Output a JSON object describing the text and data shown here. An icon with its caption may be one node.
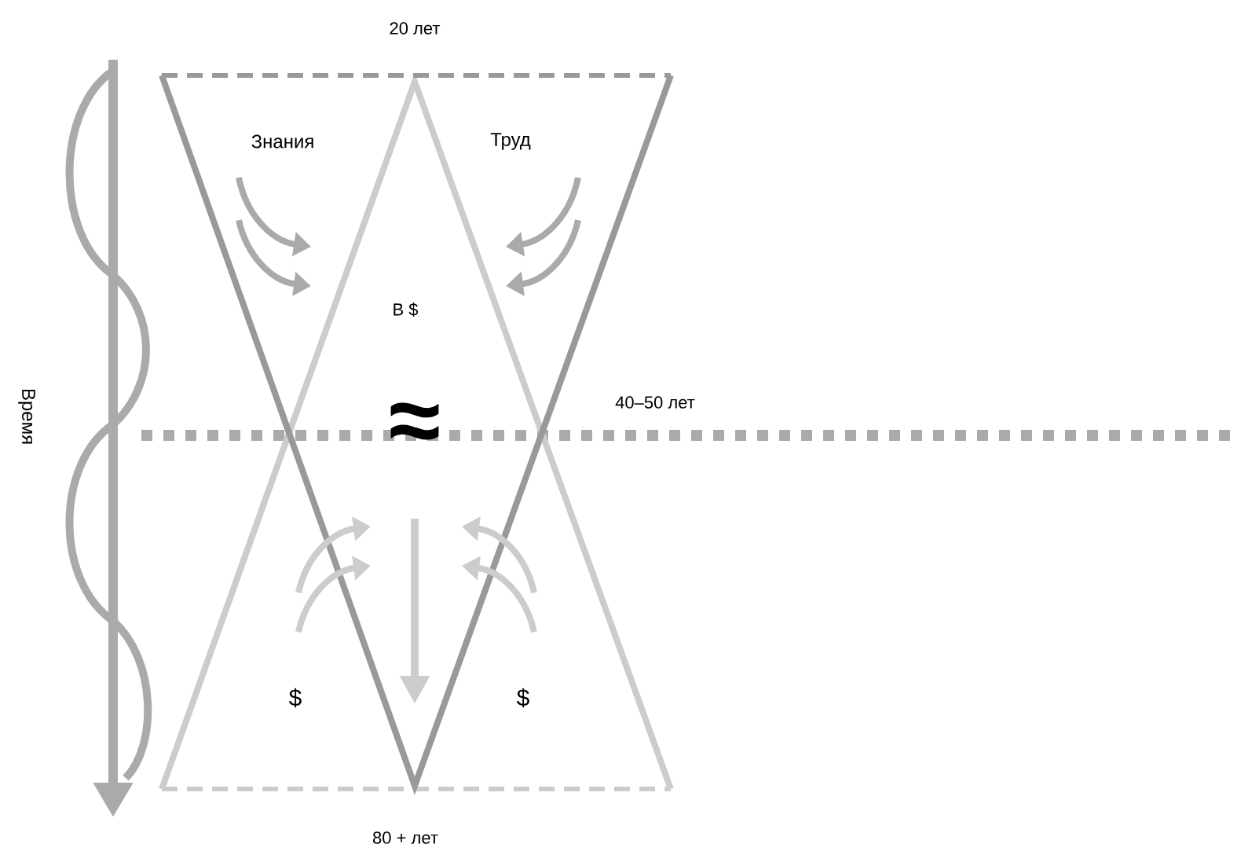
{
  "diagram": {
    "labels": [
      "20 лет",
      "Знания",
      "Труд",
      "В $",
      "Время",
      "40–50 лет",
      "≈",
      "$",
      "$",
      "80 + лет"
    ]
  }
}
